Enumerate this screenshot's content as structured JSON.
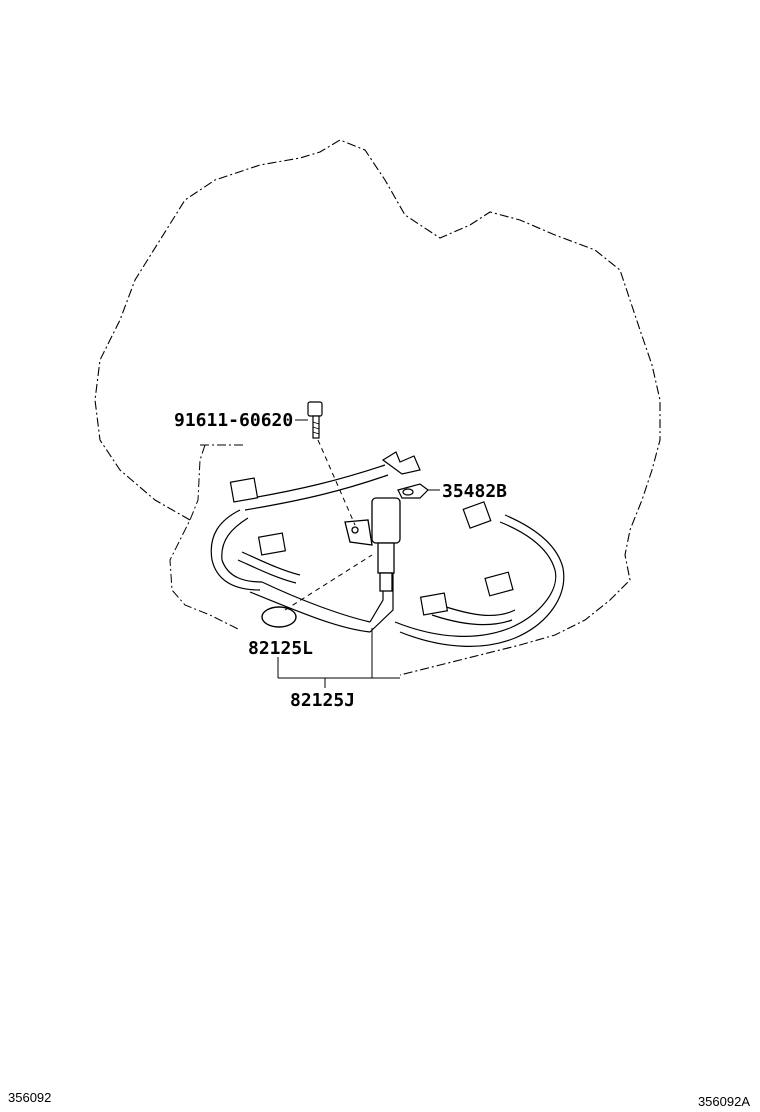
{
  "labels": {
    "bolt": "91611-60620",
    "clamp": "35482B",
    "o_ring": "82125L",
    "harness": "82125J"
  },
  "footer": {
    "left_code": "356092",
    "right_code": "356092A"
  }
}
